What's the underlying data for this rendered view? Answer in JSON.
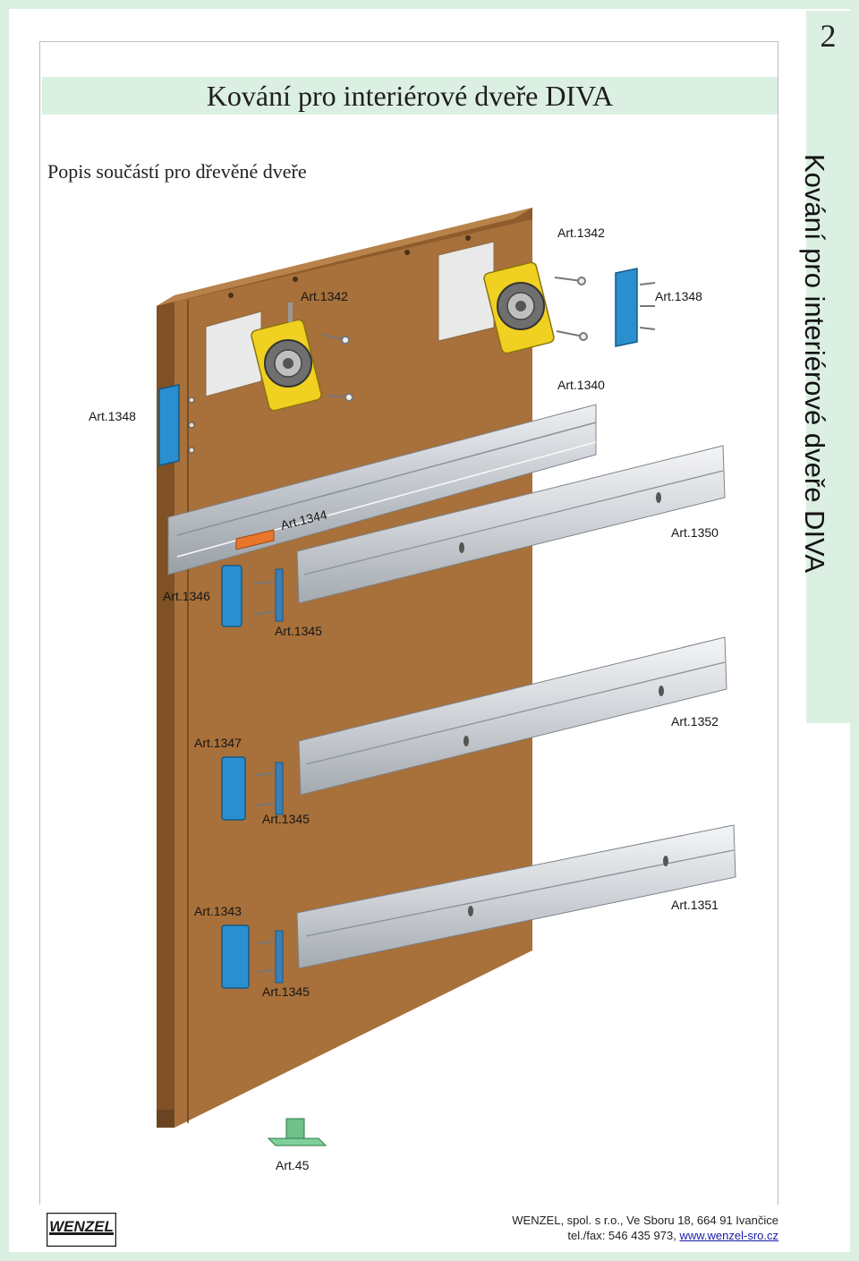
{
  "page": {
    "number": "2",
    "title": "Kování pro interiérové dveře DIVA",
    "side_title": "Kování pro interiérové dveře DIVA",
    "subtitle": "Popis součástí pro dřevěné dveře"
  },
  "diagram": {
    "labels": {
      "art1342_top": "Art.1342",
      "art1342_left": "Art.1342",
      "art1348_right": "Art.1348",
      "art1348_left": "Art.1348",
      "art1340": "Art.1340",
      "art1344": "Art.1344",
      "art1350": "Art.1350",
      "art1346": "Art.1346",
      "art1345_a": "Art.1345",
      "art1352": "Art.1352",
      "art1347": "Art.1347",
      "art1345_b": "Art.1345",
      "art1343": "Art.1343",
      "art1351": "Art.1351",
      "art1345_c": "Art.1345",
      "art45": "Art.45"
    }
  },
  "footer": {
    "logo_text": "WENZEL",
    "address": "WENZEL, spol. s r.o., Ve Sboru 18, 664 91 Ivančice",
    "phone": "tel./fax: 546 435 973,",
    "website": "www.wenzel-sro.cz"
  },
  "colors": {
    "band": "#dcefe3",
    "wood": "#a8703a",
    "rail": "#c8cdd3",
    "clip_blue": "#2a8fd0",
    "carriage_yellow": "#f0d020"
  }
}
